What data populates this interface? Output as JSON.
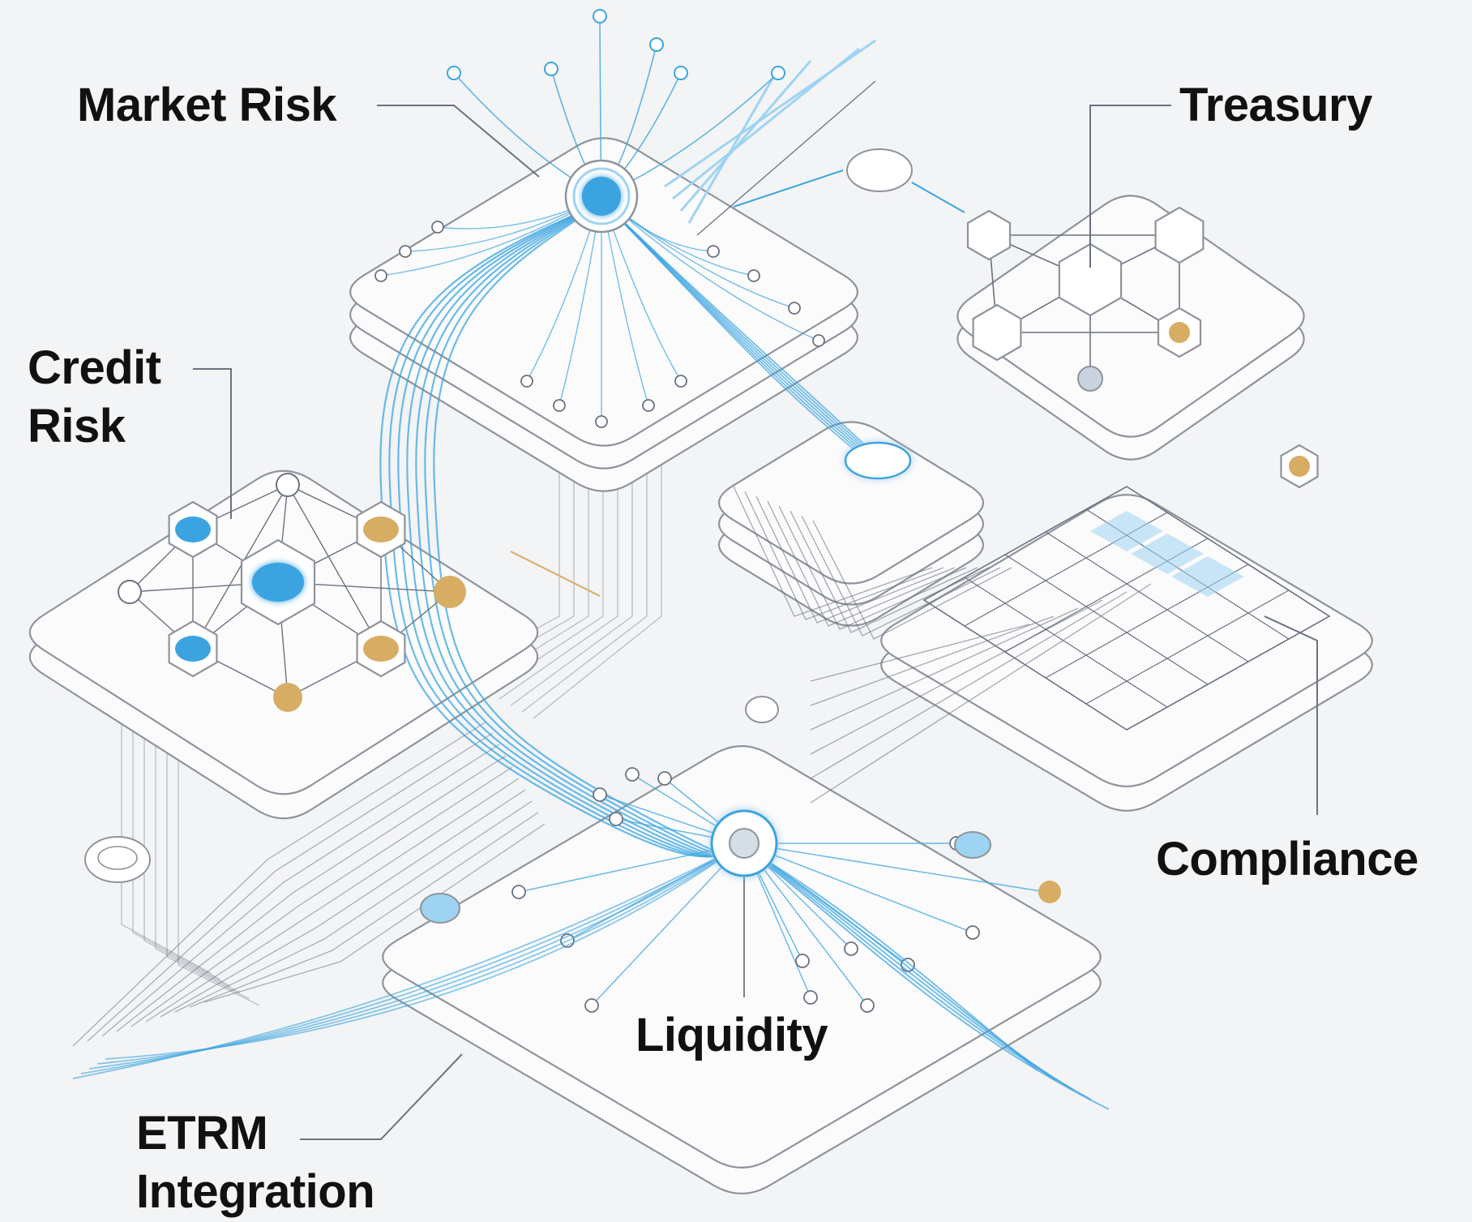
{
  "labels": {
    "market_risk": "Market Risk",
    "treasury": "Treasury",
    "credit_risk": "Credit\nRisk",
    "compliance": "Compliance",
    "liquidity": "Liquidity",
    "etrm_integration": "ETRM\nIntegration"
  },
  "colors": {
    "background": "#f3f4f6",
    "slab_fill": "#fbfbfc",
    "slab_stroke": "#8e949c",
    "line": "#6b7280",
    "accent_blue": "#3ba4e0",
    "accent_blue_light": "#9fd3f2",
    "accent_gold": "#d7ad63",
    "node_fill": "#ffffff",
    "label_text": "#111111"
  },
  "icons": [
    "hub-node-icon",
    "hexagon-node-icon",
    "cube-icon",
    "grid-table-icon",
    "gear-node-icon",
    "cylinder-icon"
  ]
}
